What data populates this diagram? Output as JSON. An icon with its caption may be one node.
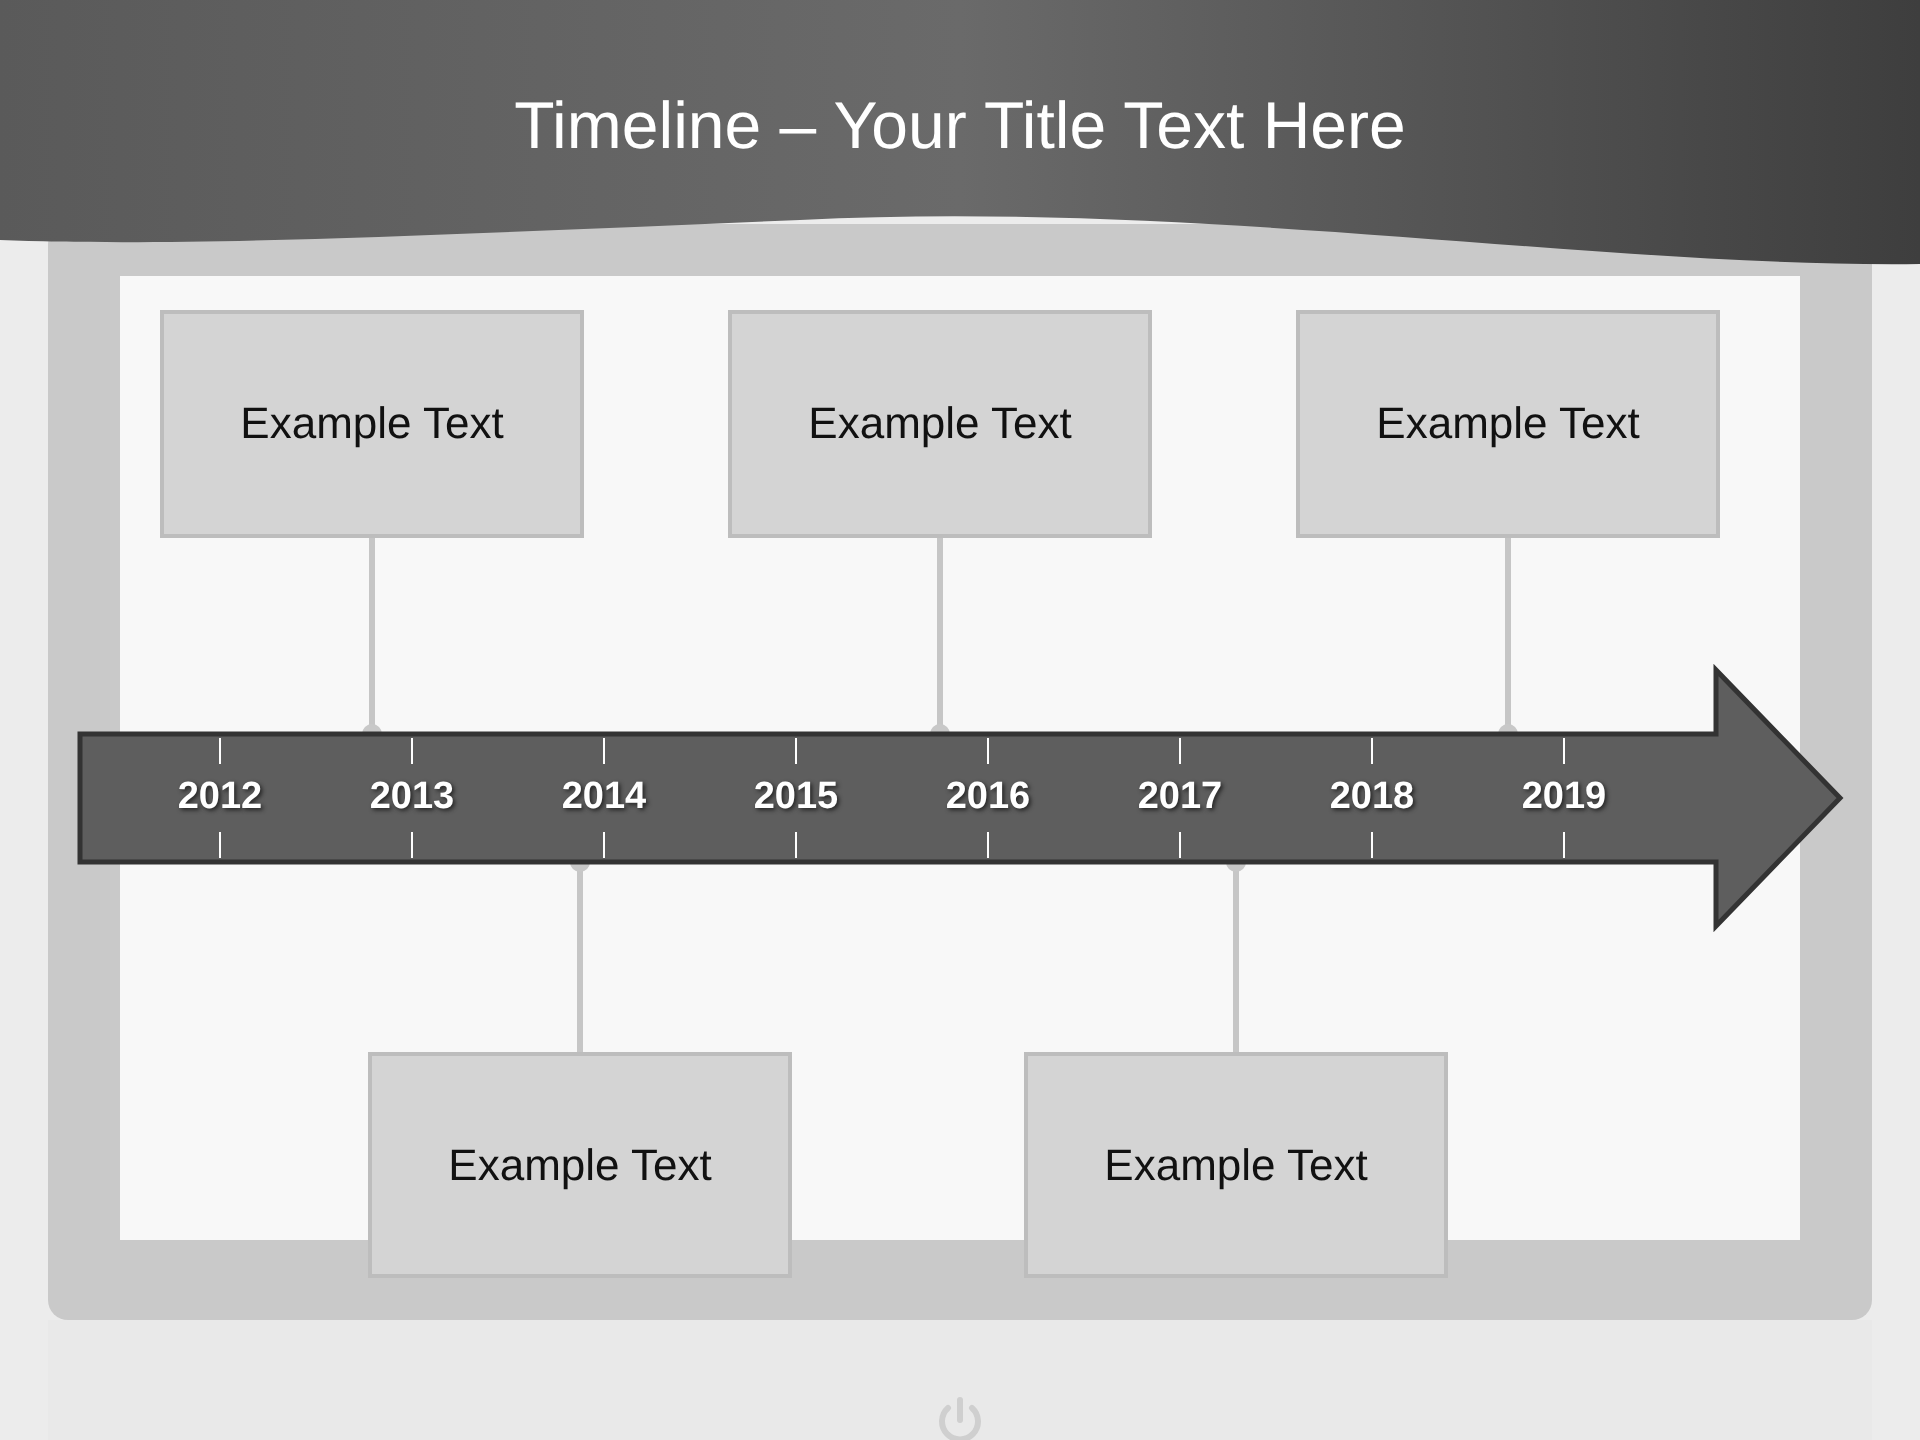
{
  "diagram": {
    "title": "Timeline – Your Title Text Here",
    "nodes": [
      {
        "text": [
          "Example Text"
        ]
      },
      {
        "text": [
          "Example Text"
        ]
      },
      {
        "text": [
          "Example Text"
        ]
      },
      {
        "text": [],
        "shape": "arrow"
      },
      {
        "text": [
          "Example Text"
        ]
      },
      {
        "text": [
          "Example Text"
        ]
      }
    ],
    "edges": [
      {
        "from": 0,
        "to": 3,
        "arrow": "other"
      },
      {
        "from": 1,
        "to": 3,
        "arrow": "other"
      },
      {
        "from": 2,
        "to": 3,
        "arrow": "other"
      },
      {
        "from": 4,
        "to": 3,
        "arrow": "other"
      },
      {
        "from": 5,
        "to": 3,
        "arrow": "other"
      }
    ],
    "labels": [
      "2012",
      "2013",
      "2014",
      "2015",
      "2016",
      "2017",
      "2018",
      "2019"
    ]
  }
}
